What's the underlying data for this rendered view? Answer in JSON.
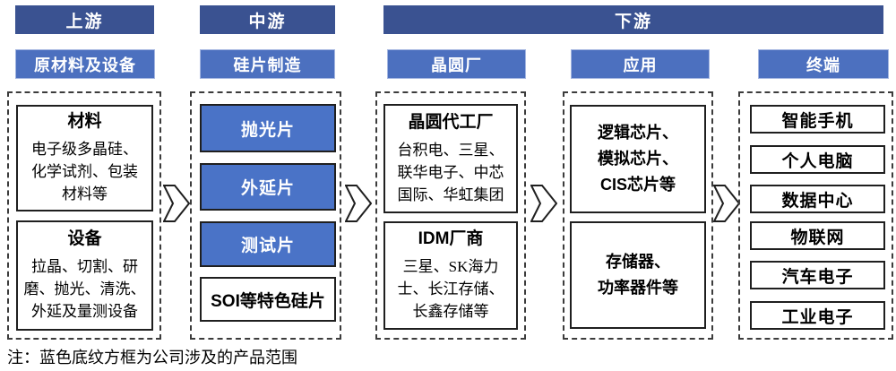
{
  "colors": {
    "stage_header_bg": "#3A5291",
    "segment_header_bg": "#4C70BF",
    "product_box_bg": "#4A73C7"
  },
  "stages": [
    "上游",
    "中游",
    "下游"
  ],
  "columns": [
    {
      "header": "原材料及设备",
      "boxes": [
        {
          "title": "材料",
          "body": "电子级多晶硅、\n化学试剂、包装\n材料等"
        },
        {
          "title": "设备",
          "body": "拉晶、切割、研\n磨、抛光、清洗、\n外延及量测设备"
        }
      ]
    },
    {
      "header": "硅片制造",
      "boxes": [
        {
          "label": "抛光片",
          "highlighted": true
        },
        {
          "label": "外延片",
          "highlighted": true
        },
        {
          "label": "测试片",
          "highlighted": true
        },
        {
          "label": "SOI等特色硅片",
          "highlighted": false
        }
      ]
    },
    {
      "header": "晶圆厂",
      "boxes": [
        {
          "title": "晶圆代工厂",
          "body": "台积电、三星、\n联华电子、中芯\n国际、华虹集团"
        },
        {
          "title": "IDM厂商",
          "body": "三星、SK海力\n士、长江存储、\n长鑫存储等"
        }
      ]
    },
    {
      "header": "应用",
      "boxes": [
        {
          "label": "逻辑芯片、\n模拟芯片、\nCIS芯片等"
        },
        {
          "label": "存储器、\n功率器件等"
        }
      ]
    },
    {
      "header": "终端",
      "boxes": [
        {
          "label": "智能手机"
        },
        {
          "label": "个人电脑"
        },
        {
          "label": "数据中心"
        },
        {
          "label": "物联网"
        },
        {
          "label": "汽车电子"
        },
        {
          "label": "工业电子"
        }
      ]
    }
  ],
  "note": "注：蓝色底纹方框为公司涉及的产品范围"
}
